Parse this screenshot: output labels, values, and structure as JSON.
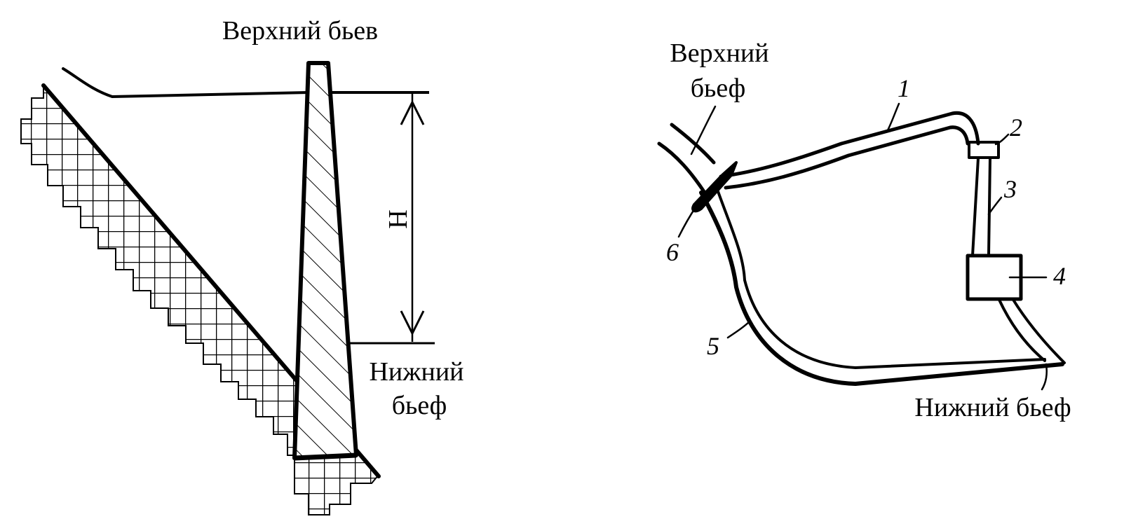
{
  "colors": {
    "ink": "#000000",
    "paper": "#ffffff"
  },
  "left_diagram": {
    "upper_pool_label": "Верхний бьев",
    "lower_pool_label_line1": "Нижний",
    "lower_pool_label_line2": "бьеф",
    "head_label": "H"
  },
  "right_diagram": {
    "upper_pool_label_line1": "Верхний",
    "upper_pool_label_line2": "бьеф",
    "lower_pool_label": "Нижний бьеф",
    "callouts": [
      "1",
      "2",
      "3",
      "4",
      "5",
      "6"
    ]
  }
}
